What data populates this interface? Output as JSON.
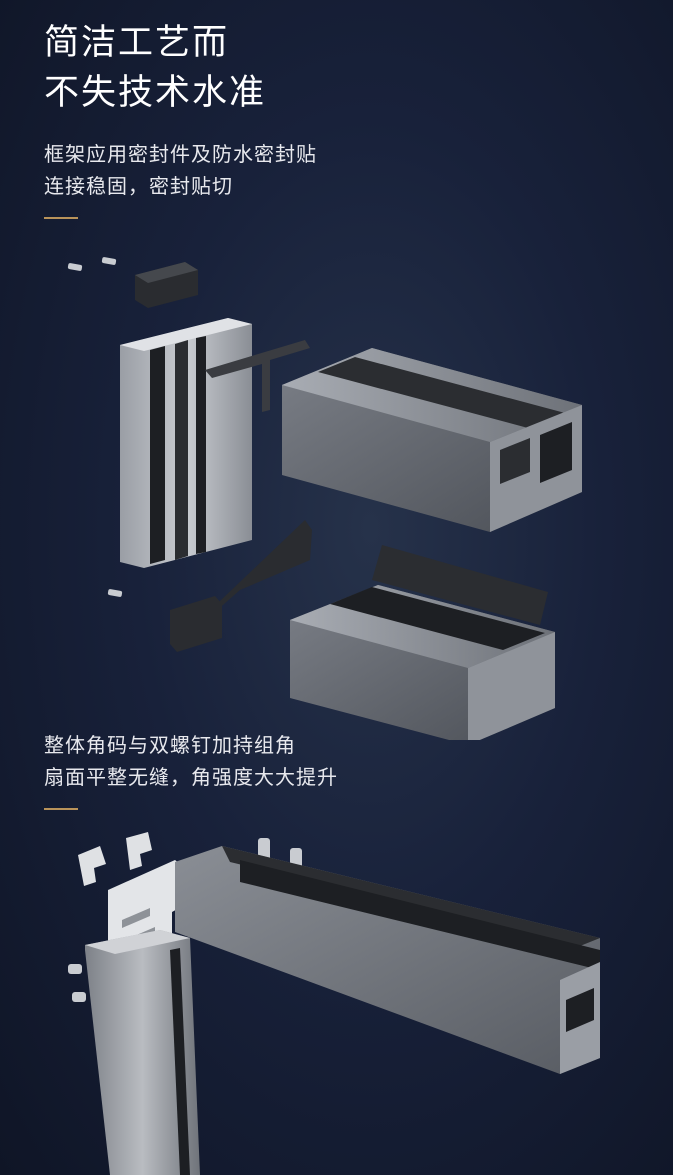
{
  "headline": {
    "line1": "简洁工艺而",
    "line2": "不失技术水准"
  },
  "section1": {
    "line1": "框架应用密封件及防水密封贴",
    "line2": "连接稳固，密封贴切"
  },
  "section2": {
    "line1": "整体角码与双螺钉加持组角",
    "line2": "扇面平整无缝，角强度大大提升"
  },
  "colors": {
    "accent": "#b9935a",
    "text": "#ffffff",
    "background": "#18213a"
  }
}
